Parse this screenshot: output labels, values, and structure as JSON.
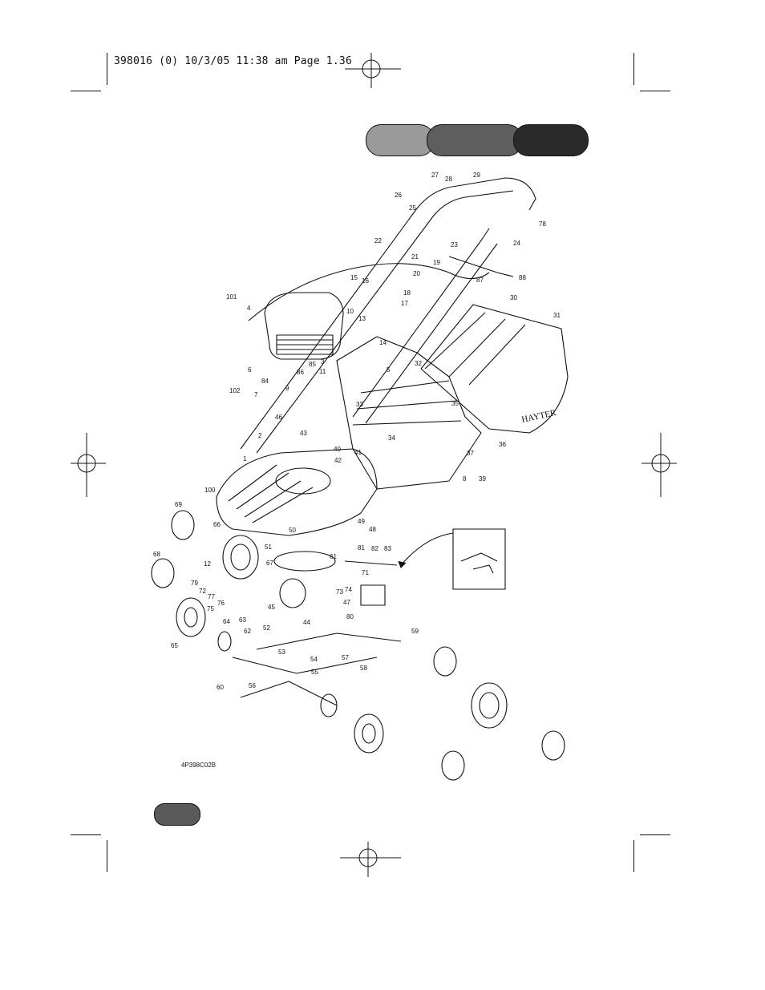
{
  "print_header": "398016 (0)  10/3/05  11:38 am  Page 1.36",
  "diagram_code": "4P398C02B",
  "brand": "HAYTER",
  "tab_colors": [
    "#9a9a9a",
    "#5e5e5e",
    "#2a2a2a"
  ],
  "part_numbers": [
    "1",
    "2",
    "3",
    "4",
    "5",
    "6",
    "7",
    "8",
    "9",
    "10",
    "11",
    "12",
    "13",
    "14",
    "15",
    "16",
    "17",
    "18",
    "19",
    "20",
    "21",
    "22",
    "23",
    "24",
    "25",
    "26",
    "27",
    "28",
    "29",
    "30",
    "31",
    "32",
    "33",
    "34",
    "35",
    "36",
    "37",
    "39",
    "40",
    "41",
    "42",
    "43",
    "44",
    "45",
    "46",
    "47",
    "48",
    "49",
    "50",
    "51",
    "52",
    "53",
    "54",
    "55",
    "56",
    "57",
    "58",
    "59",
    "60",
    "61",
    "62",
    "63",
    "64",
    "65",
    "66",
    "67",
    "68",
    "69",
    "71",
    "72",
    "73",
    "74",
    "75",
    "76",
    "77",
    "78",
    "79",
    "80",
    "81",
    "82",
    "83",
    "84",
    "85",
    "86",
    "87",
    "88",
    "100",
    "101",
    "102"
  ]
}
